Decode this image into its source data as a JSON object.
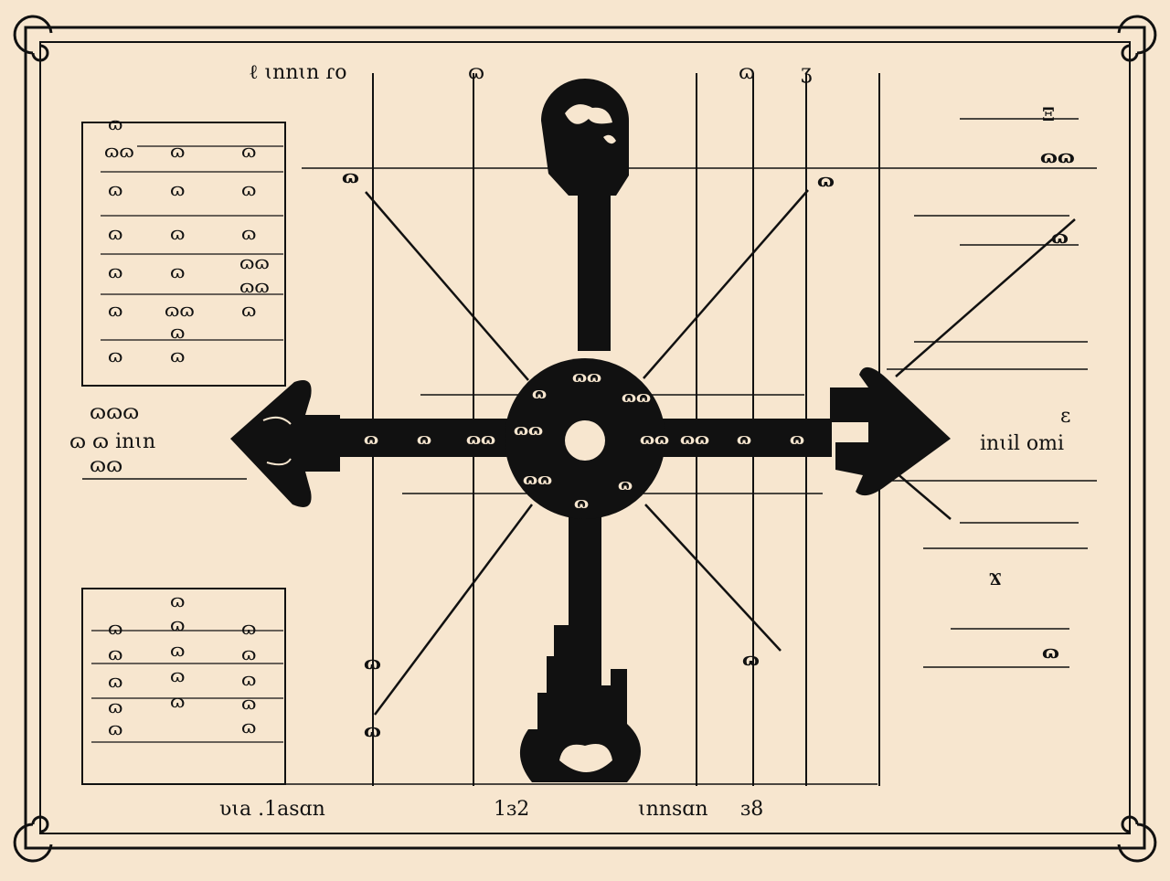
{
  "colors": {
    "paper": "#f7e6cf",
    "ink": "#111111"
  },
  "top_labels": {
    "left": "ℓ ɩnnɩn ɾo",
    "mid": "ɷ",
    "right_a": "ɷ",
    "right_b": "ʒ"
  },
  "bottom_labels": {
    "left": "ʋɩa .1asɑn",
    "mid": "1ɜ2",
    "right": "ɩnnsɑn",
    "far_right": "ɜ8"
  },
  "left_side_label": {
    "line1": "ɷɷɷ",
    "line2": "ɷ ɷ inɩn",
    "line3": "ɷɷ"
  },
  "right_side_label": {
    "mark": "ɛ",
    "text": "inɩil omi"
  },
  "right_marks": {
    "top": "Ξ",
    "top2": "ɷɷ",
    "mid": "ɷ",
    "lower": "Ϫ",
    "low": "ɷ"
  },
  "ray_labels": {
    "tl": "ɷ",
    "tr": "ɷ",
    "bl_top": "ɷ",
    "bl_bottom": "ɷ",
    "br": "ɷ"
  },
  "shaft_text": {
    "left_a": "ɷ",
    "left_b": "ɷ",
    "left_c": "ɷɷ",
    "right_a": "ɷɷ",
    "right_b": "ɷ",
    "right_c": "ɷ"
  },
  "wheel_text": [
    "ɷɷ",
    "ɷɷ",
    "ɷɷ",
    "ɷ",
    "ɷ",
    "ɷɷ",
    "ɷɷ",
    "ɷ"
  ],
  "upper_table": {
    "col1": [
      "ɷ",
      "ɷɷ",
      "ɷ",
      "ɷ",
      "ɷ",
      "ɷ",
      "ɷ"
    ],
    "col2": [
      "ɷ",
      "ɷ",
      "ɷ",
      "ɷ",
      "ɷɷ",
      "ɷ",
      "ɷ"
    ],
    "col3": [
      "ɷ",
      "ɷ",
      "ɷ",
      "ɷɷ",
      "ɷɷ",
      "ɷ"
    ]
  },
  "lower_table": {
    "col1": [
      "ɷ",
      "ɷ",
      "ɷ",
      "ɷ",
      "ɷ"
    ],
    "col2": [
      "ɷ",
      "ɷ",
      "ɷ",
      "ɷ",
      "ɷ"
    ],
    "col3": [
      "ɷ",
      "ɷ",
      "ɷ",
      "ɷ",
      "ɷ"
    ]
  }
}
